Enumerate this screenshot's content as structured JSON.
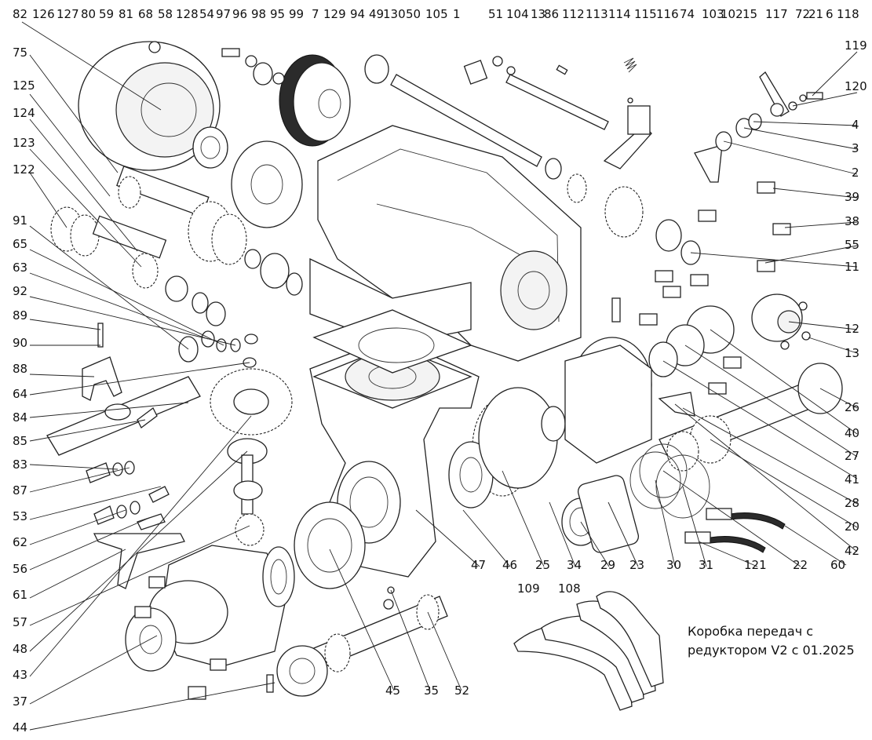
{
  "caption": {
    "line1": "Коробка передач с",
    "line2": "редуктором V2 с 01.2025"
  },
  "top_labels": [
    "82",
    "126",
    "127",
    "80",
    "59",
    "81",
    "68",
    "58",
    "128",
    "54",
    "97",
    "96",
    "98",
    "95",
    "99",
    "7",
    "129",
    "94",
    "49",
    "130",
    "50",
    "105",
    "1",
    "51",
    "104",
    "13",
    "86",
    "112",
    "113",
    "114",
    "115",
    "116",
    "74",
    "103",
    "102",
    "15",
    "117",
    "72",
    "21",
    "6",
    "118"
  ],
  "left_labels": [
    "75",
    "125",
    "124",
    "123",
    "122",
    "91",
    "65",
    "63",
    "92",
    "89",
    "90",
    "88",
    "64",
    "84",
    "85",
    "83",
    "87",
    "53",
    "62",
    "56",
    "61",
    "57",
    "48",
    "43",
    "37",
    "44"
  ],
  "right_labels": [
    "119",
    "120",
    "4",
    "3",
    "2",
    "39",
    "38",
    "55",
    "11",
    "12",
    "13",
    "26",
    "40",
    "27",
    "41",
    "28",
    "20",
    "42",
    "60"
  ],
  "bottom_labels": [
    "47",
    "46",
    "25",
    "34",
    "29",
    "23",
    "30",
    "31",
    "121",
    "22",
    "45",
    "35",
    "52"
  ],
  "inset_labels": [
    "109",
    "108"
  ]
}
